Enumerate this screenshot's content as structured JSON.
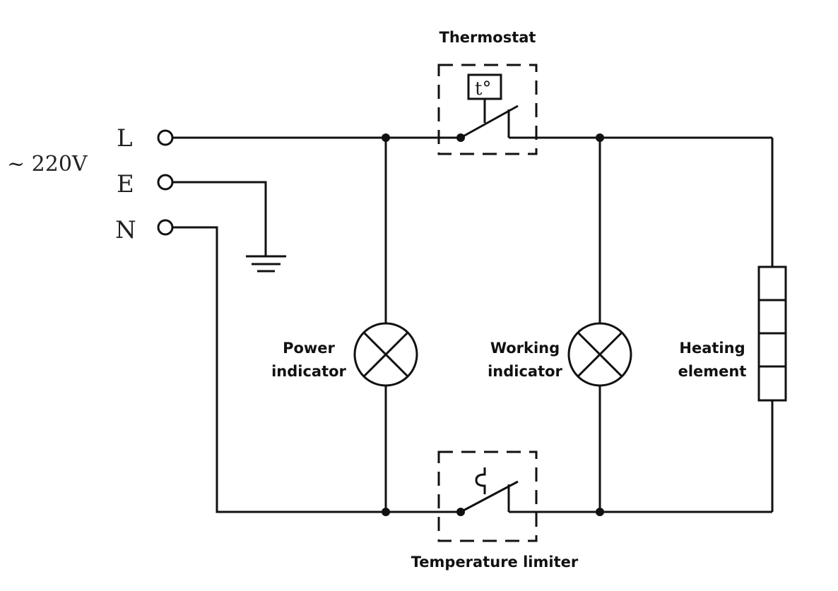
{
  "supply": {
    "voltage_label": "~ 220V",
    "terminals": [
      "L",
      "E",
      "N"
    ]
  },
  "components": {
    "thermostat": {
      "label": "Thermostat",
      "symbol_text": "t°"
    },
    "temperature_limiter": {
      "label": "Temperature limiter"
    },
    "power_indicator": {
      "line1": "Power",
      "line2": "indicator"
    },
    "working_indicator": {
      "line1": "Working",
      "line2": "indicator"
    },
    "heating_element": {
      "line1": "Heating",
      "line2": "element"
    }
  }
}
